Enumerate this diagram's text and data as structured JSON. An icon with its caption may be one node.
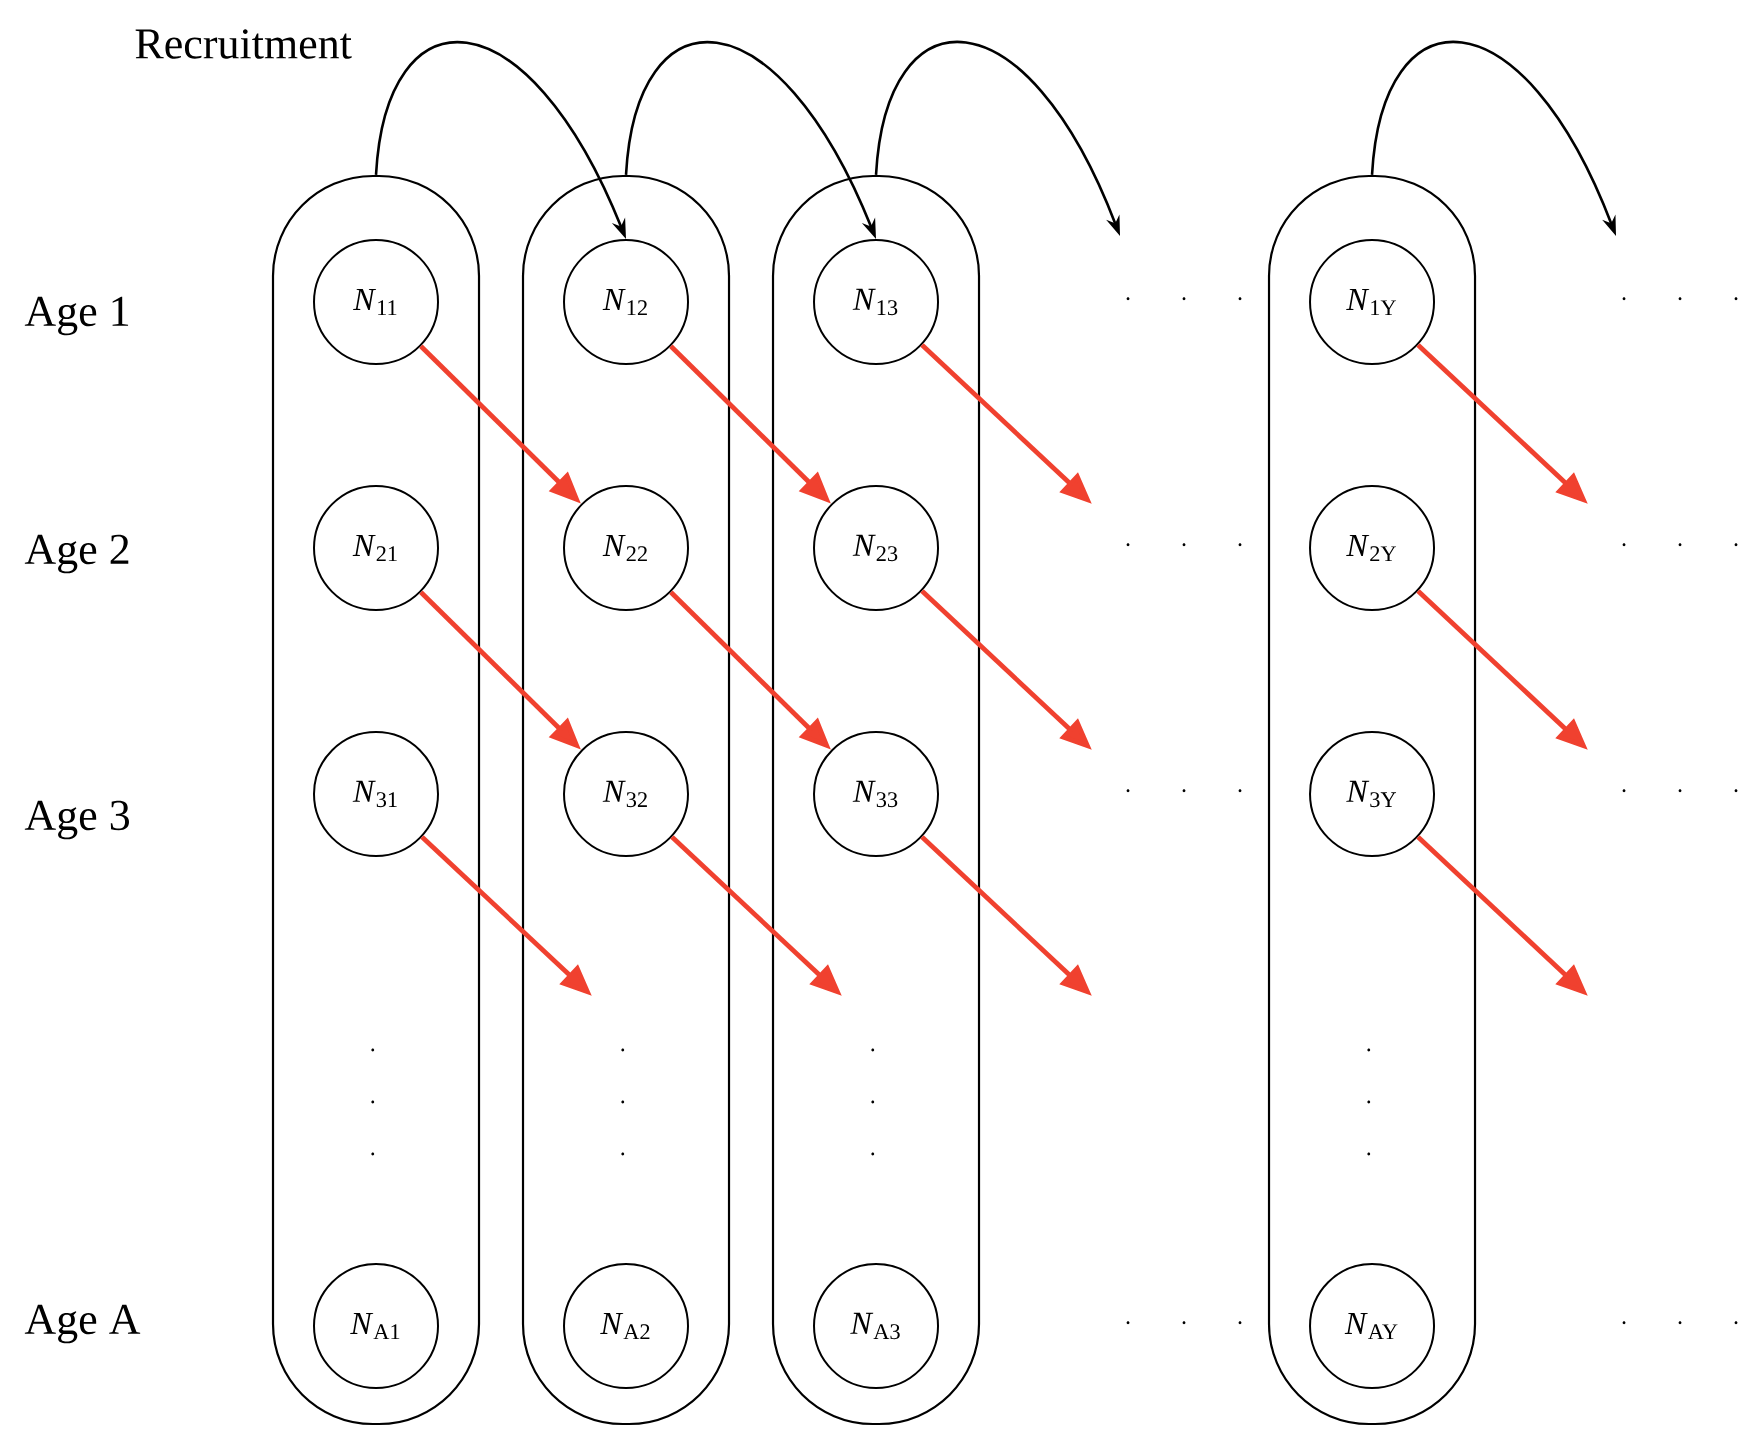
{
  "diagram": {
    "nodes": [
      {
        "text": [],
        "shape": "box"
      },
      {
        "text": [
          "*N*$_{11}$"
        ],
        "in": 0
      },
      {
        "text": [
          "*N*$_{21}$"
        ],
        "in": 0
      },
      {
        "text": [
          "*N*$_{31}$"
        ],
        "in": 0
      },
      {
        "text": [
          "*N*$_{A1}$"
        ],
        "in": 0
      },
      {
        "text": [],
        "shape": "box"
      },
      {
        "text": [
          "*N*$_{12}$"
        ],
        "in": 5
      },
      {
        "text": [
          "*N*$_{22}$"
        ],
        "in": 5
      },
      {
        "text": [
          "*N*$_{32}$"
        ],
        "in": 5
      },
      {
        "text": [
          "*N*$_{A2}$"
        ],
        "in": 5
      },
      {
        "text": [],
        "shape": "box"
      },
      {
        "text": [
          "*N*$_{13}$"
        ],
        "in": 10
      },
      {
        "text": [
          "*N*$_{23}$"
        ],
        "in": 10
      },
      {
        "text": [
          "*N*$_{33}$"
        ],
        "in": 10
      },
      {
        "text": [
          "*N*$_{A3}$"
        ],
        "in": 10
      },
      {
        "text": [],
        "shape": "box"
      },
      {
        "text": [
          "*N*$_{1Y}$"
        ],
        "in": 15
      },
      {
        "text": [
          "*N*$_{2Y}$"
        ],
        "in": 15
      },
      {
        "text": [
          "*N*$_{3Y}$"
        ],
        "in": 15
      },
      {
        "text": [
          "*N*$_{AY}$"
        ],
        "in": 15
      }
    ],
    "edges": [
      {
        "from": 0,
        "to": 6,
        "arrow": "to",
        "color": "#000000"
      },
      {
        "from": 5,
        "to": 11,
        "arrow": "to",
        "color": "#000000"
      },
      {
        "from": 10,
        "to": null,
        "arrow": "to",
        "color": "#000000"
      },
      {
        "from": 15,
        "to": null,
        "arrow": "to",
        "color": "#000000"
      },
      {
        "from": 1,
        "to": 7,
        "arrow": "to"
      },
      {
        "from": 2,
        "to": 8,
        "arrow": "to"
      },
      {
        "from": 3,
        "to": null,
        "arrow": "to"
      },
      {
        "from": 6,
        "to": 12,
        "arrow": "to"
      },
      {
        "from": 7,
        "to": 13,
        "arrow": "to"
      },
      {
        "from": 8,
        "to": null,
        "arrow": "to"
      },
      {
        "from": 11,
        "to": null,
        "arrow": "to"
      },
      {
        "from": 12,
        "to": null,
        "arrow": "to"
      },
      {
        "from": 13,
        "to": null,
        "arrow": "to"
      },
      {
        "from": 16,
        "to": null,
        "arrow": "to"
      },
      {
        "from": 17,
        "to": null,
        "arrow": "to"
      },
      {
        "from": 18,
        "to": null,
        "arrow": "to"
      }
    ],
    "labels": [
      "Recruitment",
      "Age 1",
      "· · ·",
      "· · ·",
      "Age 2",
      "· · ·",
      "· · ·",
      "Age 3",
      "· · ·",
      "· · ·",
      "· · ·",
      "· · ·",
      "· · ·",
      "· · ·",
      "Age A",
      "· · ·",
      "· · ·"
    ]
  }
}
